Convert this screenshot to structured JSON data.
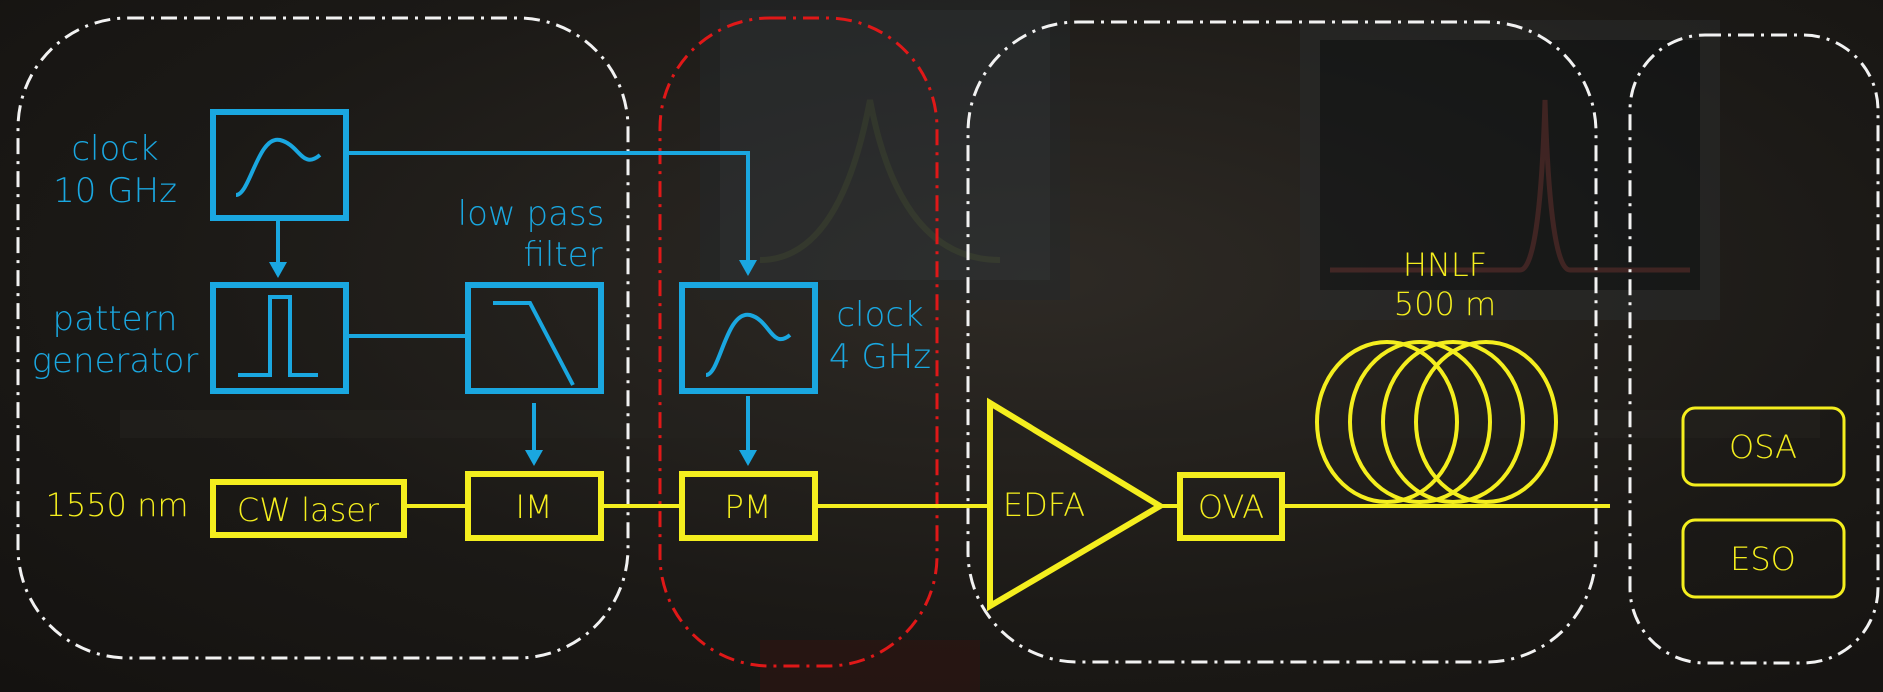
{
  "colors": {
    "rf": "#1aa7e0",
    "optical": "#f4ee1e",
    "region_frame": "#f2f2f2",
    "pm_frame": "#e01818",
    "background": "#1c1a17"
  },
  "labels": {
    "clock_10": [
      "clock",
      "10 GHz"
    ],
    "pattern_generator": [
      "pattern",
      "generator"
    ],
    "low_pass_filter": [
      "low pass",
      "filter"
    ],
    "clock_4": [
      "clock",
      "4 GHz"
    ],
    "wavelength": "1550 nm",
    "hnlf": [
      "HNLF",
      "500 m"
    ]
  },
  "blocks": {
    "cw_laser": "CW laser",
    "im": "IM",
    "pm": "PM",
    "edfa": "EDFA",
    "ova": "OVA",
    "osa": "OSA",
    "eso": "ESO"
  },
  "icons": {
    "clock_10_symbol": "sine-wave-icon",
    "pattern_symbol": "pulse-icon",
    "filter_symbol": "lowpass-icon",
    "clock_4_symbol": "sine-wave-icon",
    "edfa_symbol": "amplifier-triangle-icon",
    "hnlf_symbol": "fiber-coil-icon"
  }
}
